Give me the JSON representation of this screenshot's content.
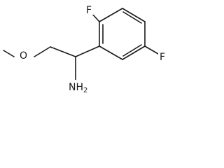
{
  "molecule": {
    "atoms": {
      "f_top": "F",
      "f_right": "F",
      "oxygen": "O",
      "amine": "NH",
      "amine_subscript": "2"
    },
    "colors": {
      "ink": "#1a1a1a",
      "background": "#ffffff"
    }
  }
}
